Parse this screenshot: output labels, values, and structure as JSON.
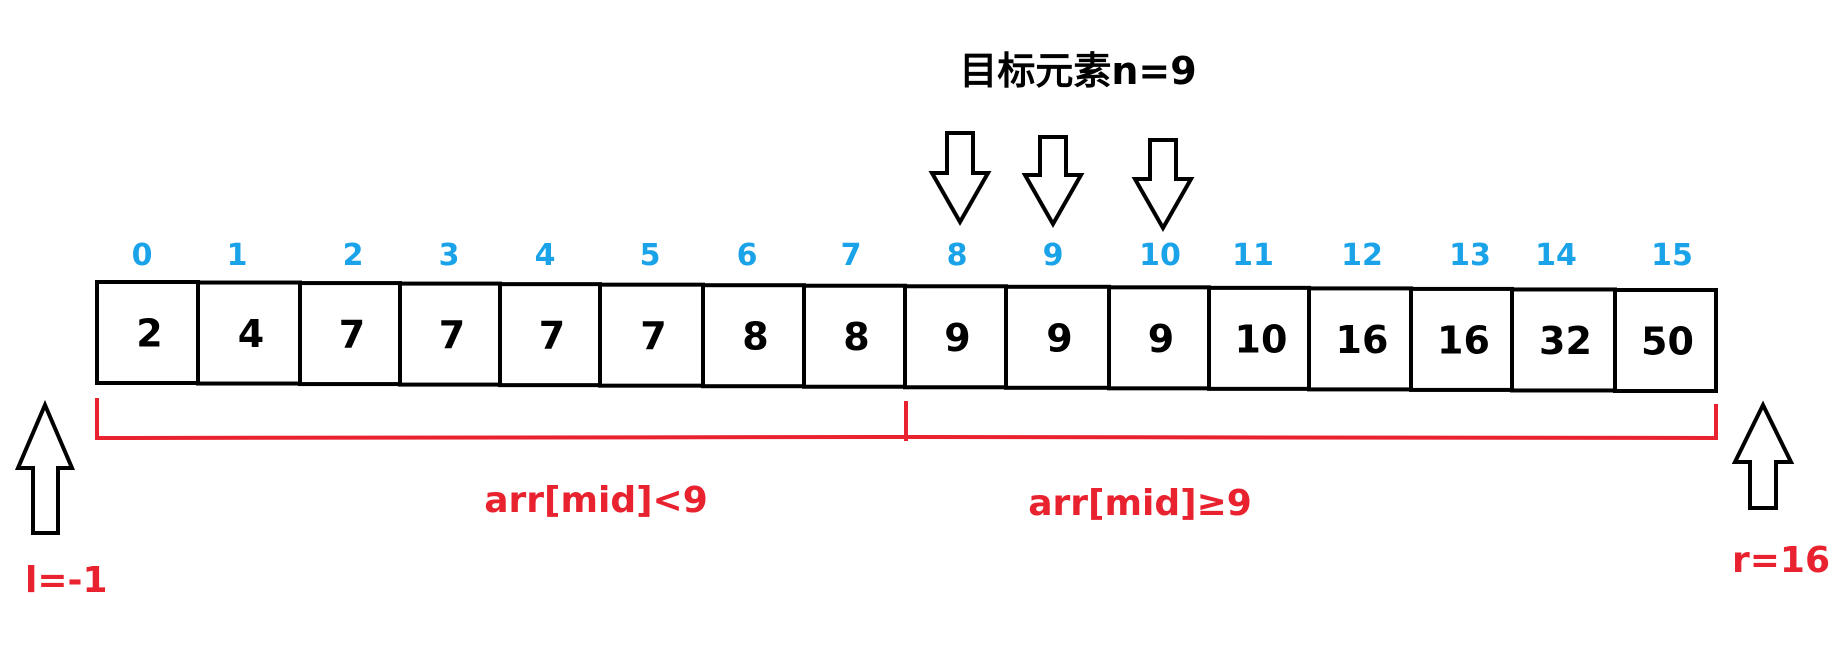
{
  "title": "目标元素n=9",
  "indices": [
    "0",
    "1",
    "2",
    "3",
    "4",
    "5",
    "6",
    "7",
    "8",
    "9",
    "10",
    "11",
    "12",
    "13",
    "14",
    "15"
  ],
  "values": [
    "2",
    "4",
    "7",
    "7",
    "7",
    "7",
    "8",
    "8",
    "9",
    "9",
    "9",
    "10",
    "16",
    "16",
    "32",
    "50"
  ],
  "left_region_label": "arr[mid]<9",
  "right_region_label": "arr[mid]≥9",
  "left_pointer_label": "l=-1",
  "right_pointer_label": "r=16",
  "highlighted_indices": [
    8,
    9,
    10
  ],
  "colors": {
    "index": "#1aa3e8",
    "region": "#e8222e",
    "box": "#000000",
    "text": "#000000"
  }
}
